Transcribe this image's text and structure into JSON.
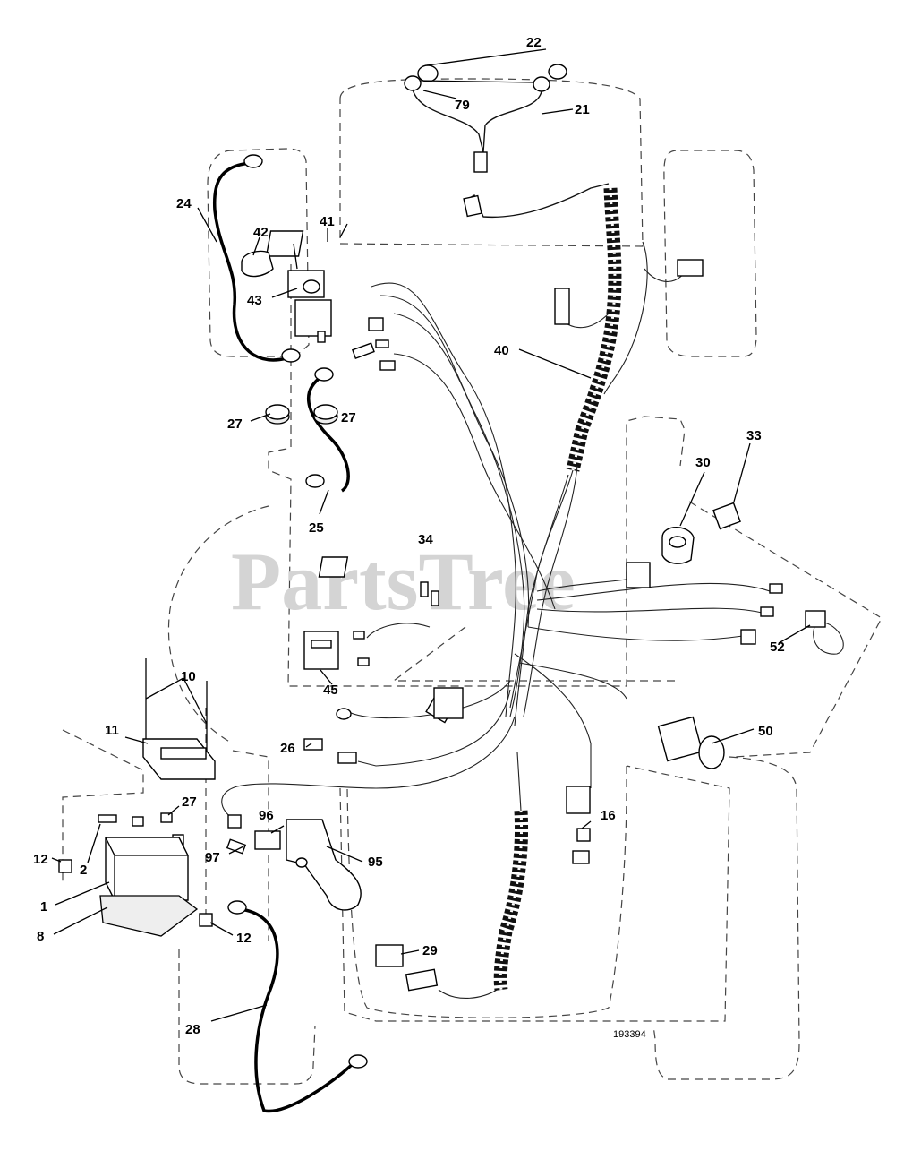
{
  "watermark": "PartsTree",
  "diagram_code": "193394",
  "callouts": [
    {
      "id": "c22",
      "label": "22"
    },
    {
      "id": "c79",
      "label": "79"
    },
    {
      "id": "c21",
      "label": "21"
    },
    {
      "id": "c24",
      "label": "24"
    },
    {
      "id": "c42",
      "label": "42"
    },
    {
      "id": "c41",
      "label": "41"
    },
    {
      "id": "c43",
      "label": "43"
    },
    {
      "id": "c40",
      "label": "40"
    },
    {
      "id": "c27a",
      "label": "27"
    },
    {
      "id": "c27b",
      "label": "27"
    },
    {
      "id": "c25",
      "label": "25"
    },
    {
      "id": "c33",
      "label": "33"
    },
    {
      "id": "c30",
      "label": "30"
    },
    {
      "id": "c34",
      "label": "34"
    },
    {
      "id": "c52",
      "label": "52"
    },
    {
      "id": "c45",
      "label": "45"
    },
    {
      "id": "c10",
      "label": "10"
    },
    {
      "id": "c11",
      "label": "11"
    },
    {
      "id": "c26",
      "label": "26"
    },
    {
      "id": "c50",
      "label": "50"
    },
    {
      "id": "c27c",
      "label": "27"
    },
    {
      "id": "c96",
      "label": "96"
    },
    {
      "id": "c16",
      "label": "16"
    },
    {
      "id": "c12a",
      "label": "12"
    },
    {
      "id": "c2",
      "label": "2"
    },
    {
      "id": "c97",
      "label": "97"
    },
    {
      "id": "c95",
      "label": "95"
    },
    {
      "id": "c1",
      "label": "1"
    },
    {
      "id": "c8",
      "label": "8"
    },
    {
      "id": "c12b",
      "label": "12"
    },
    {
      "id": "c29",
      "label": "29"
    },
    {
      "id": "c28",
      "label": "28"
    }
  ]
}
